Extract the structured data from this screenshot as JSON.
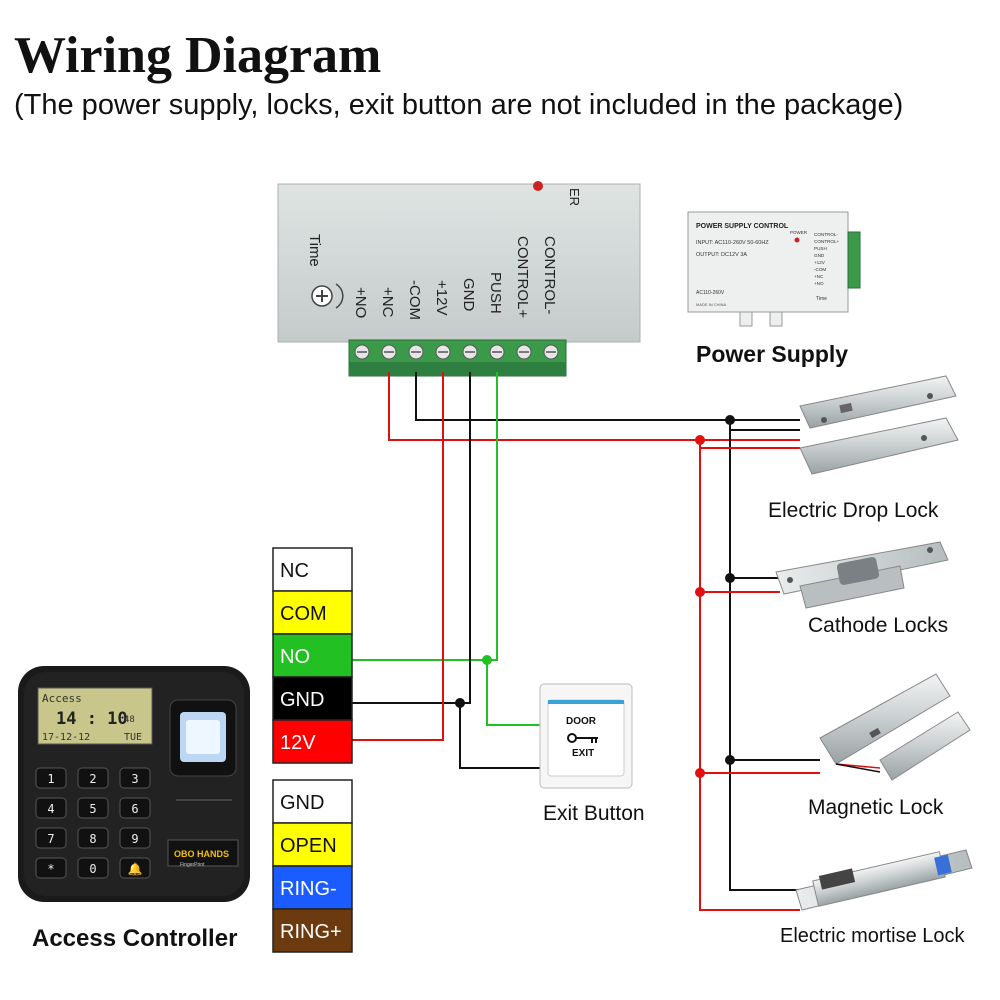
{
  "header": {
    "title": "Wiring Diagram",
    "subtitle": "(The power supply, locks, exit button are not included in the package)"
  },
  "colors": {
    "wire_black": "#111111",
    "wire_red": "#e01010",
    "wire_green": "#22c022",
    "terminal_green": "#3b9a4a",
    "enclosure": "#d4dad9"
  },
  "power_box": {
    "time_label": "Time",
    "terminals": [
      "+NO",
      "+NC",
      "-COM",
      "+12V",
      "GND",
      "PUSH",
      "CONTROL+",
      "CONTROL-"
    ],
    "partial_label": "ER"
  },
  "power_supply": {
    "label": "Power Supply",
    "thumb_title": "POWER SUPPLY CONTROL",
    "thumb_input": "INPUT: AC110-260V 50-60HZ",
    "thumb_output": "OUTPUT: DC12V 3A",
    "thumb_power": "POWER",
    "thumb_range": "AC110-260V",
    "thumb_made": "MADE IN CHINA",
    "thumb_time": "Time",
    "thumb_terminals": [
      "CONTROL-",
      "CONTROL+",
      "PUSH",
      "GND",
      "+12V",
      "-COM",
      "+NC",
      "+NO"
    ]
  },
  "controller_terminals": {
    "group1": [
      {
        "label": "NC",
        "bg": "#ffffff",
        "fg": "#111111"
      },
      {
        "label": "COM",
        "bg": "#ffff00",
        "fg": "#111111"
      },
      {
        "label": "NO",
        "bg": "#22c022",
        "fg": "#ffffff"
      },
      {
        "label": "GND",
        "bg": "#000000",
        "fg": "#ffffff"
      },
      {
        "label": "12V",
        "bg": "#ff0000",
        "fg": "#ffffff"
      }
    ],
    "group2": [
      {
        "label": "GND",
        "bg": "#ffffff",
        "fg": "#111111"
      },
      {
        "label": "OPEN",
        "bg": "#ffff00",
        "fg": "#111111"
      },
      {
        "label": "RING-",
        "bg": "#1a5cff",
        "fg": "#ffffff"
      },
      {
        "label": "RING+",
        "bg": "#6b3a0e",
        "fg": "#ffffff"
      }
    ]
  },
  "access_controller": {
    "label": "Access Controller",
    "lcd_line1": "Access",
    "lcd_time": "14 : 10",
    "lcd_seconds": "48",
    "lcd_date": "17-12-12",
    "lcd_day": "TUE",
    "keys": [
      "1",
      "2",
      "3",
      "4",
      "5",
      "6",
      "7",
      "8",
      "9",
      "*",
      "0",
      "🔔"
    ],
    "brand": "OBO HANDS",
    "brand_sub": "FingerPrint"
  },
  "exit_button": {
    "label": "Exit Button",
    "text_top": "DOOR",
    "text_bottom": "EXIT"
  },
  "locks": [
    {
      "label": "Electric Drop Lock"
    },
    {
      "label": "Cathode Locks"
    },
    {
      "label": "Magnetic Lock"
    },
    {
      "label": "Electric mortise Lock"
    }
  ]
}
